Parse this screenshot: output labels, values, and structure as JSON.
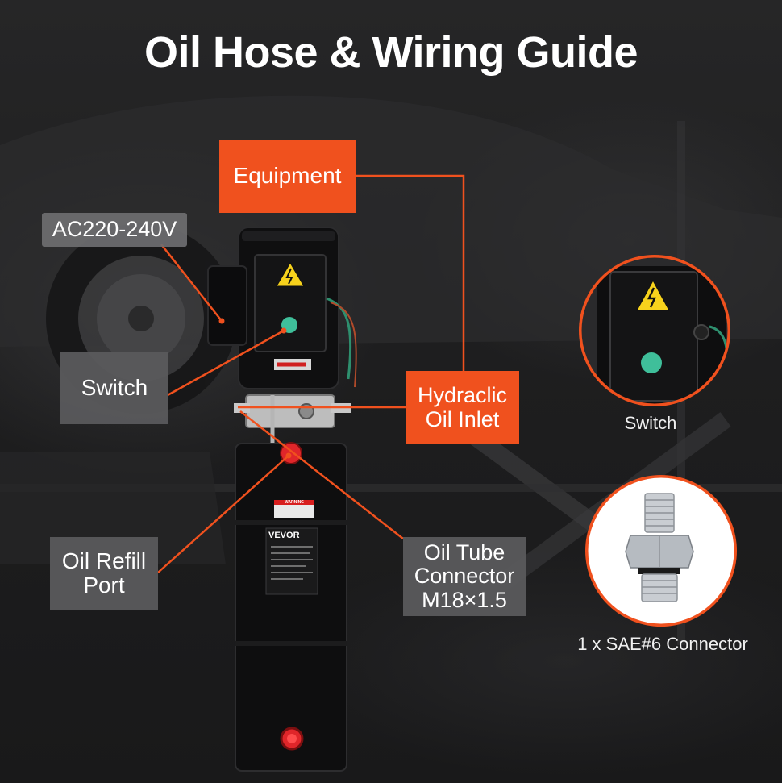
{
  "title": "Oil Hose & Wiring Guide",
  "callouts": {
    "equipment": "Equipment",
    "voltage": "AC220-240V",
    "switch": "Switch",
    "oil_inlet": "Hydraclic\nOil Inlet",
    "oil_refill": "Oil Refill\nPort",
    "oil_tube": "Oil Tube\nConnector\nM18×1.5"
  },
  "product": {
    "brand": "VEVOR",
    "warning_label": "WARNING"
  },
  "insets": {
    "switch_caption": "Switch",
    "connector_caption": "1 x SAE#6 Connector"
  },
  "colors": {
    "accent": "#f0511e",
    "switch_button": "#3fbf9a",
    "refill_cap": "#e0262a"
  }
}
